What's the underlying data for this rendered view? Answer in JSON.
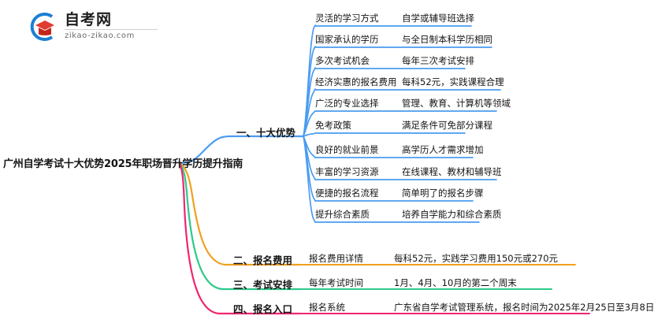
{
  "logo": {
    "title": "自考网",
    "domain": "zikao-zikao.com",
    "mark_name": "zikao-logo-icon",
    "colors": {
      "arc": "#1b7fd4",
      "cap": "#e03c31",
      "cap_dark": "#c3241c"
    }
  },
  "root": {
    "title": "广州自学考试十大优势2025年职场晋升学历提升指南"
  },
  "colors": {
    "blue": "#4a9cf0",
    "orange": "#f0a020",
    "green": "#2ec98a",
    "pink": "#f0256f",
    "text": "#141414"
  },
  "branches": [
    {
      "id": "ten-advantages",
      "label": "一、十大优势",
      "color": "#4a9cf0",
      "items": [
        {
          "key": "灵活的学习方式",
          "value": "自学或辅导班选择"
        },
        {
          "key": "国家承认的学历",
          "value": "与全日制本科学历相同"
        },
        {
          "key": "多次考试机会",
          "value": "每年三次考试安排"
        },
        {
          "key": "经济实惠的报名费用",
          "value": "每科52元，实践课程合理"
        },
        {
          "key": "广泛的专业选择",
          "value": "管理、教育、计算机等领域"
        },
        {
          "key": "免考政策",
          "value": "满足条件可免部分课程"
        },
        {
          "key": "良好的就业前景",
          "value": "高学历人才需求增加"
        },
        {
          "key": "丰富的学习资源",
          "value": "在线课程、教材和辅导班"
        },
        {
          "key": "便捷的报名流程",
          "value": "简单明了的报名步骤"
        },
        {
          "key": "提升综合素质",
          "value": "培养自学能力和综合素质"
        }
      ]
    },
    {
      "id": "registration-fee",
      "label": "二、报名费用",
      "color": "#f0a020",
      "items": [
        {
          "key": "报名费用详情",
          "value": "每科52元，实践学习费用150元或270元"
        }
      ]
    },
    {
      "id": "exam-schedule",
      "label": "三、考试安排",
      "color": "#2ec98a",
      "items": [
        {
          "key": "每年考试时间",
          "value": "1月、4月、10月的第二个周末"
        }
      ]
    },
    {
      "id": "registration-portal",
      "label": "四、报名入口",
      "color": "#f0256f",
      "items": [
        {
          "key": "报名系统",
          "value": "广东省自学考试管理系统，报名时间为2025年2月25日至3月8日"
        }
      ]
    }
  ]
}
